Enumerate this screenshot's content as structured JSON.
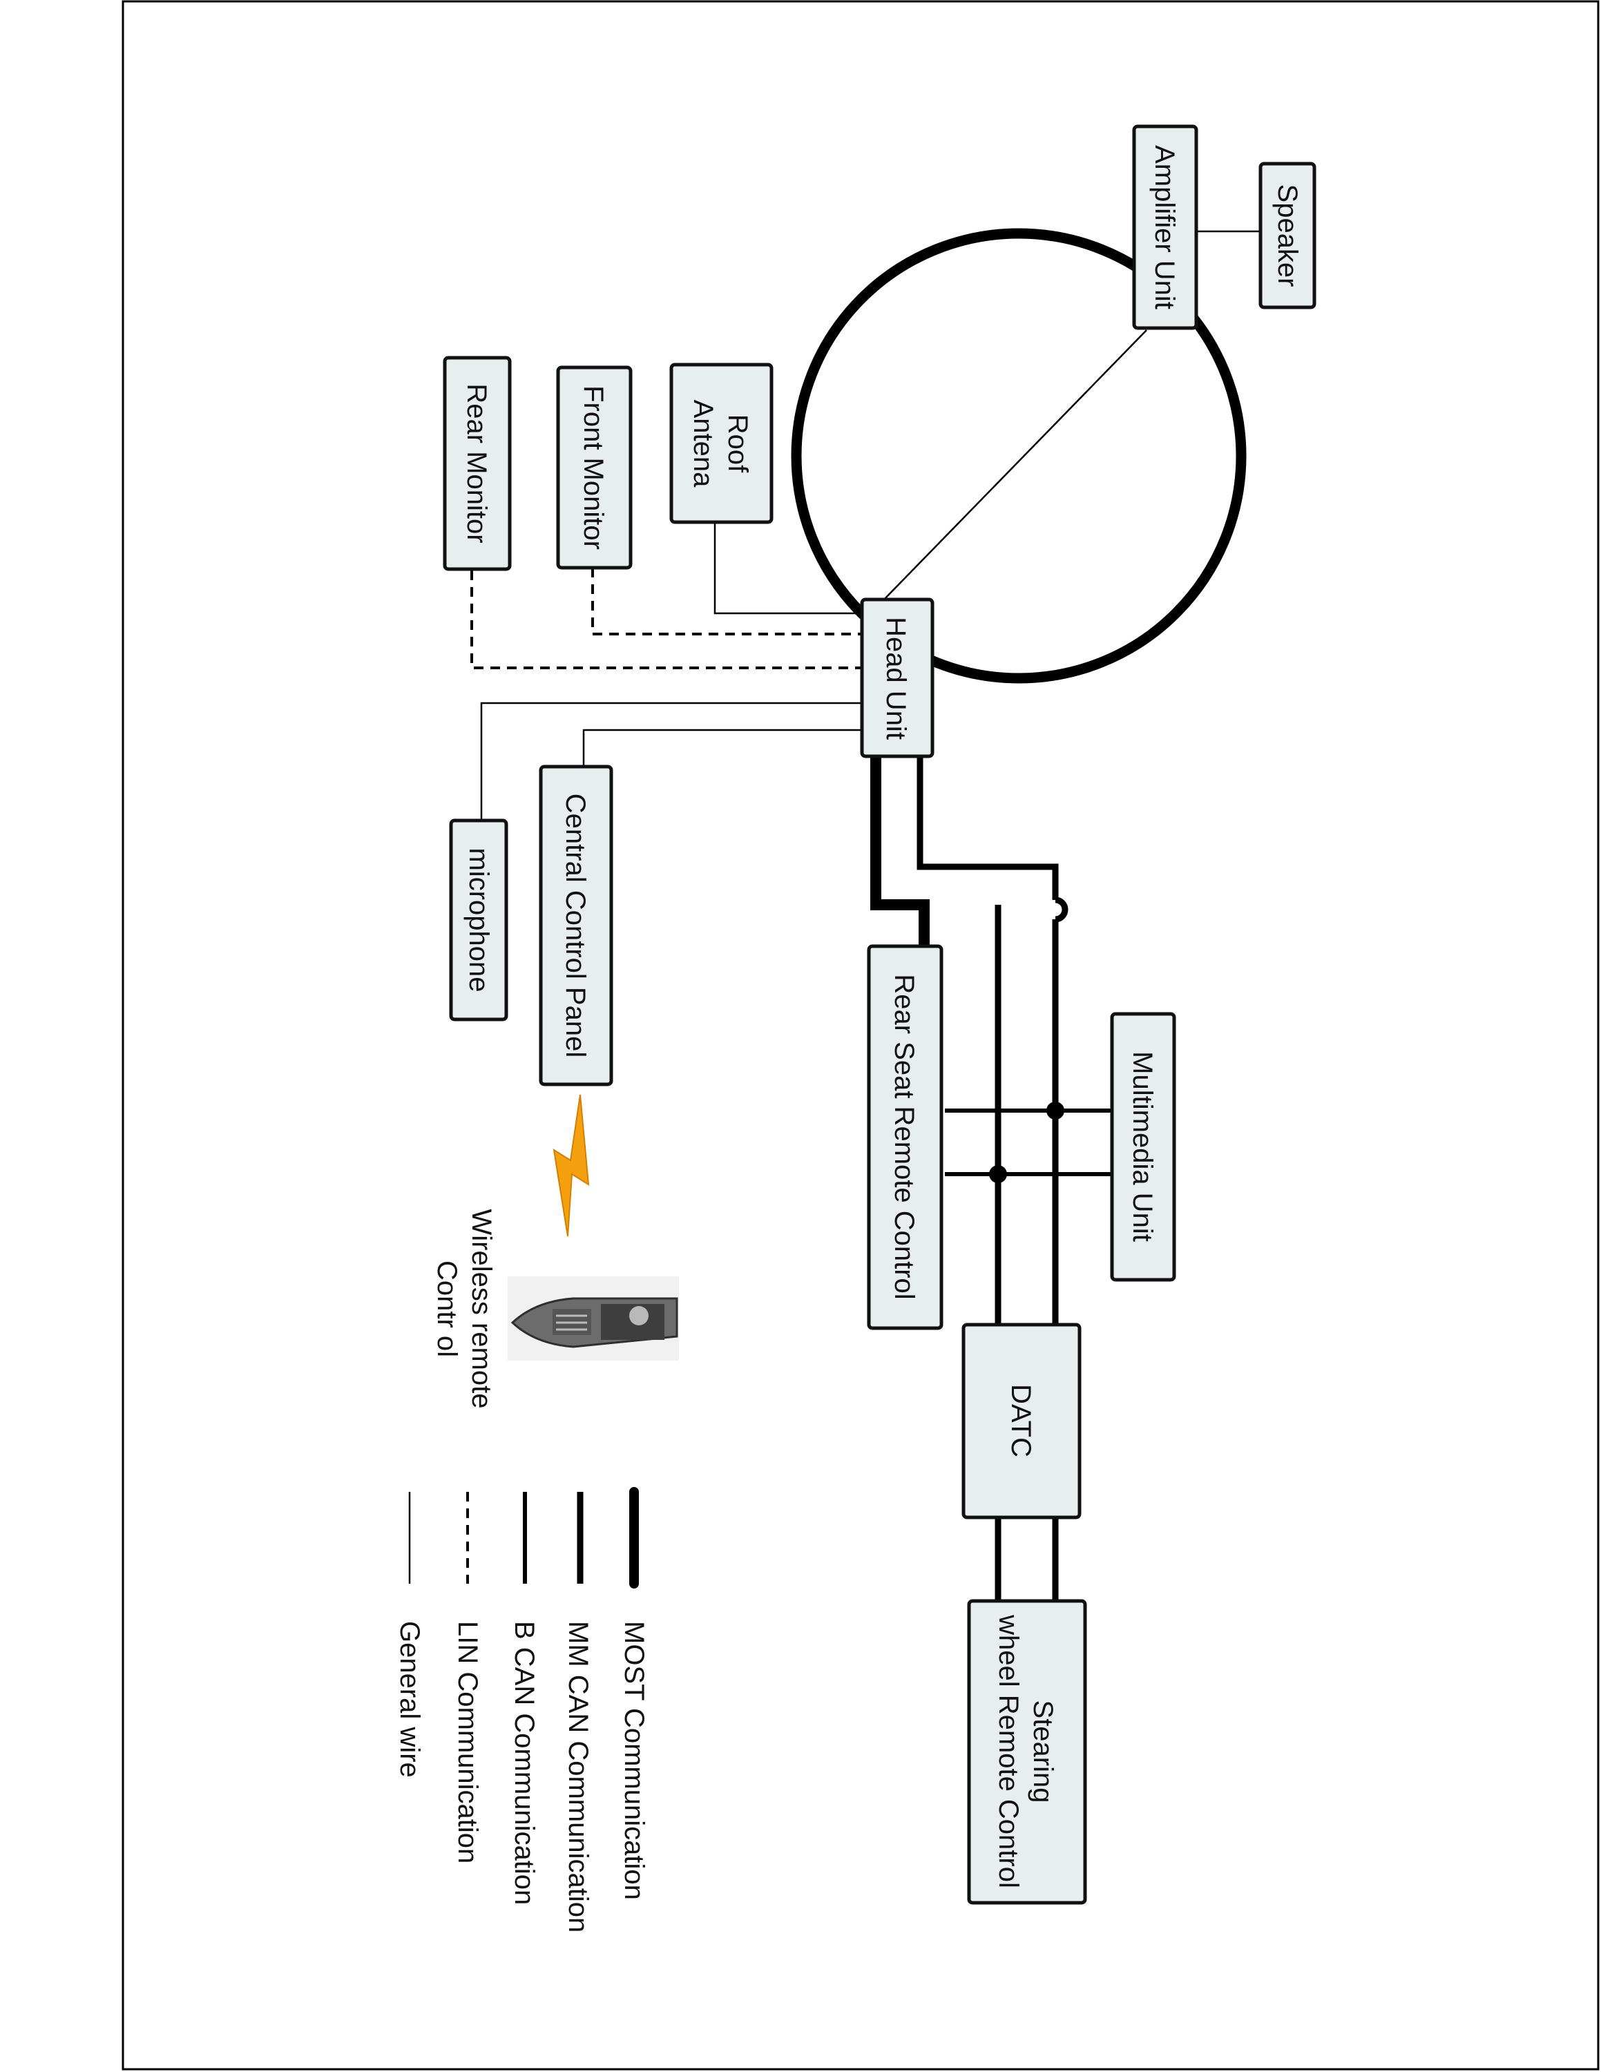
{
  "diagram": {
    "boxes": {
      "amplifier": "Amplifier Unit",
      "speaker": "Speaker",
      "roof_antenna_line1": "Roof",
      "roof_antenna_line2": "Antena",
      "front_monitor": "Front Monitor",
      "rear_monitor": "Rear Monitor",
      "head_unit": "Head Unit",
      "central_control": "Central Control Panel",
      "microphone": "microphone",
      "rear_seat_remote": "Rear Seat Remote Control",
      "multimedia_unit": "Multimedia Unit",
      "datc": "DATC",
      "steering_line1": "Stearing",
      "steering_line2": "wheel Remote Control"
    },
    "wireless_label_line1": "Wireless remote",
    "wireless_label_line2": "Contr ol",
    "legend": [
      {
        "style": "most",
        "label": "MOST Communication"
      },
      {
        "style": "mmcan",
        "label": "MM CAN Communication"
      },
      {
        "style": "bcan",
        "label": "B CAN Communication"
      },
      {
        "style": "lin",
        "label": "LIN Communication"
      },
      {
        "style": "gen",
        "label": "General wire"
      }
    ],
    "colors": {
      "box_fill": "#e8eeee",
      "line": "#000000",
      "lightning": "#f5a10f"
    }
  }
}
